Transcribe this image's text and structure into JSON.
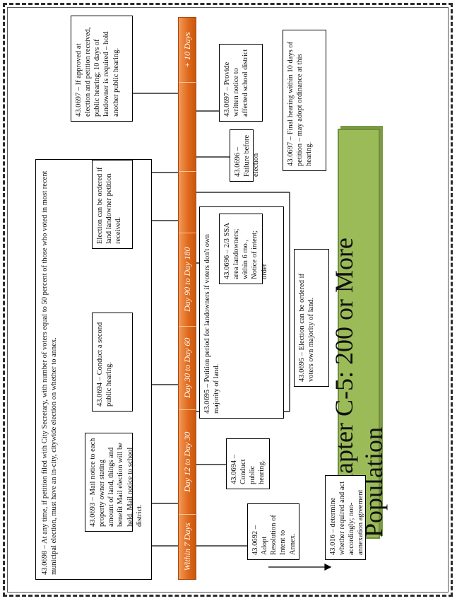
{
  "title": "Subchapter C-5: 200 or More Population",
  "timeline": {
    "segments": [
      {
        "label": "Within 7 Days"
      },
      {
        "label": "Day 12 to Day 30"
      },
      {
        "label": "Day 30 to Day 60"
      },
      {
        "label": "Day 90 to Day 180"
      },
      {
        "label": ""
      },
      {
        "label": ""
      },
      {
        "label": "+ 10 Days"
      }
    ]
  },
  "boxes": {
    "b_43_0695_vote": "43.0695 – Election can be ordered if voters own majority of land.",
    "b_43_016": "43.016 – determine whether required and act accordingly; non-annexation agreement",
    "b_43_0692": "43.0692 – Adopt Resolution of Intent to Annex.",
    "b_43_0694": "43.0694 – Conduct public hearing.",
    "b_43_0695_petition": "43.0695 – Petition period for landowners if voters don't own majority of land.",
    "b_43_0696_ssa": "43.0696 – 2/3 SSA area landowners; within 6 mo., Notice of intent; order",
    "b_43_0696_failure": "43.0696 – Failure before election",
    "b_43_0697_final": "43.0697 – Final hearing within 10 days of petition – may adopt ordinance at this hearing.",
    "b_43_0698": "43.0698 – At any time, if petition filed with City Secretary, with number of voters equal to 50 percent of those who voted in most recent municipal election, must have an in-city, citywide election on whether to annex.",
    "b_43_0693": "43.0693 – Mail notice to each property owner stating amount of land, things and benefit Mail election will be held. Mail notice to school district.",
    "b_43_0694_second": "43.0694 – Conduct a second public hearing.",
    "b_election": "Election can be ordered if land landowner petition received.",
    "b_43_0697_approved": "43.0697 – If approved at election and petition received, public hearing; 10 days of landowner is required – hold another public hearing.",
    "b_43_0697_provide": "43.0697 – Provide written notice to affected school district"
  }
}
